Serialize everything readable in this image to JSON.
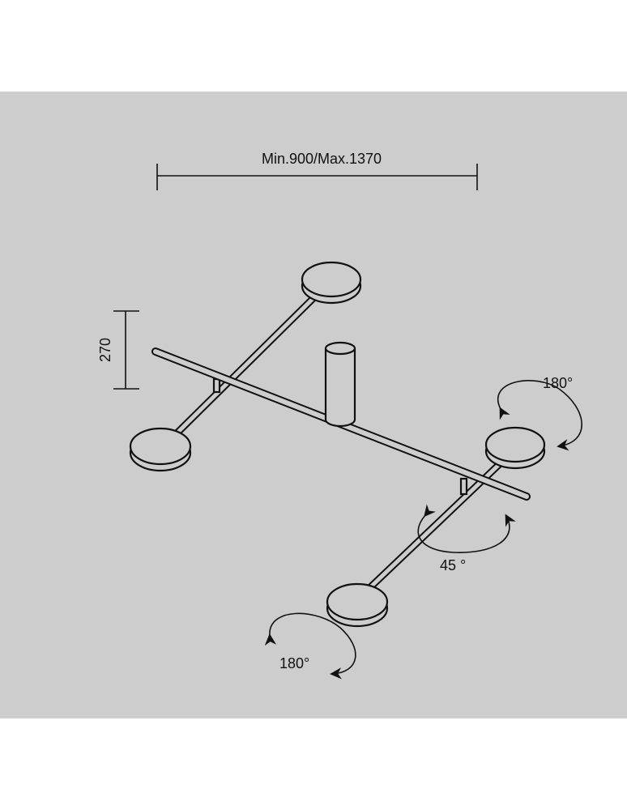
{
  "diagram": {
    "width_dimension": "Min.900/Max.1370",
    "height_dimension": "270",
    "rotation_top_right": "180°",
    "rotation_arm": "45 °",
    "rotation_bottom": "180°"
  },
  "colors": {
    "background": "#cdcdcd",
    "line": "#111111"
  }
}
